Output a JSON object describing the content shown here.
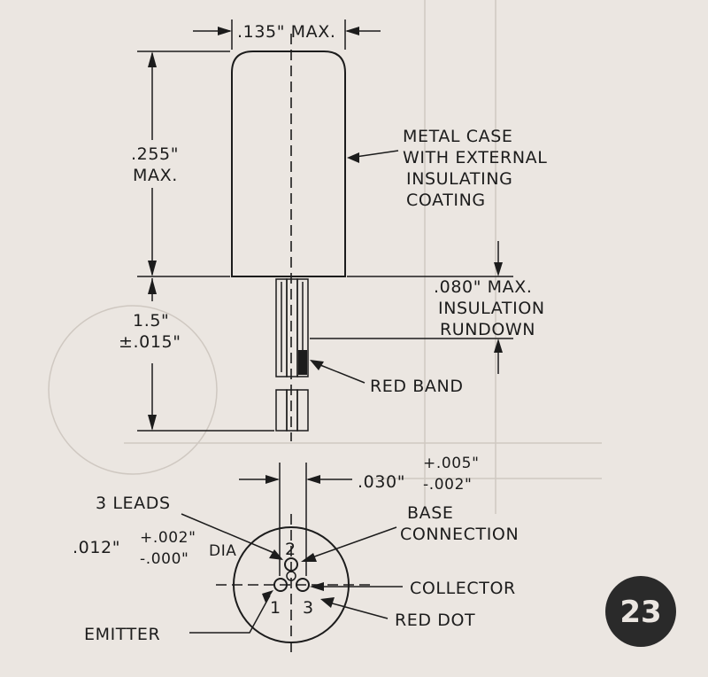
{
  "dimensions": {
    "case_width": ".135\" MAX.",
    "case_height_value": ".255\"",
    "case_height_qual": "MAX.",
    "lead_length_value": "1.5\"",
    "lead_length_tol": "±.015\"",
    "insulation_line1": ".080\" MAX.",
    "insulation_line2": "INSULATION",
    "insulation_line3": "RUNDOWN",
    "spacing_value": ".030\"",
    "spacing_tol_plus": "+.005\"",
    "spacing_tol_minus": "-.002\"",
    "lead_dia_value": ".012\"",
    "lead_dia_tol_plus": "+.002\"",
    "lead_dia_tol_minus": "-.000\"",
    "lead_dia_suffix": "DIA"
  },
  "callouts": {
    "metal_case": [
      "METAL CASE",
      "WITH EXTERNAL",
      "INSULATING",
      "COATING"
    ],
    "red_band": "RED BAND",
    "three_leads": "3 LEADS",
    "base_connection": [
      "BASE",
      "CONNECTION"
    ],
    "collector": "COLLECTOR",
    "red_dot": "RED DOT",
    "emitter": "EMITTER"
  },
  "pin_numbers": {
    "pin1": "1",
    "pin2": "2",
    "pin3": "3"
  },
  "page_number": "23",
  "colors": {
    "paper": "#ebe6e1",
    "ink": "#1c1c1c",
    "badge": "#2a2a2a",
    "badge_text": "#ebe6e1"
  }
}
